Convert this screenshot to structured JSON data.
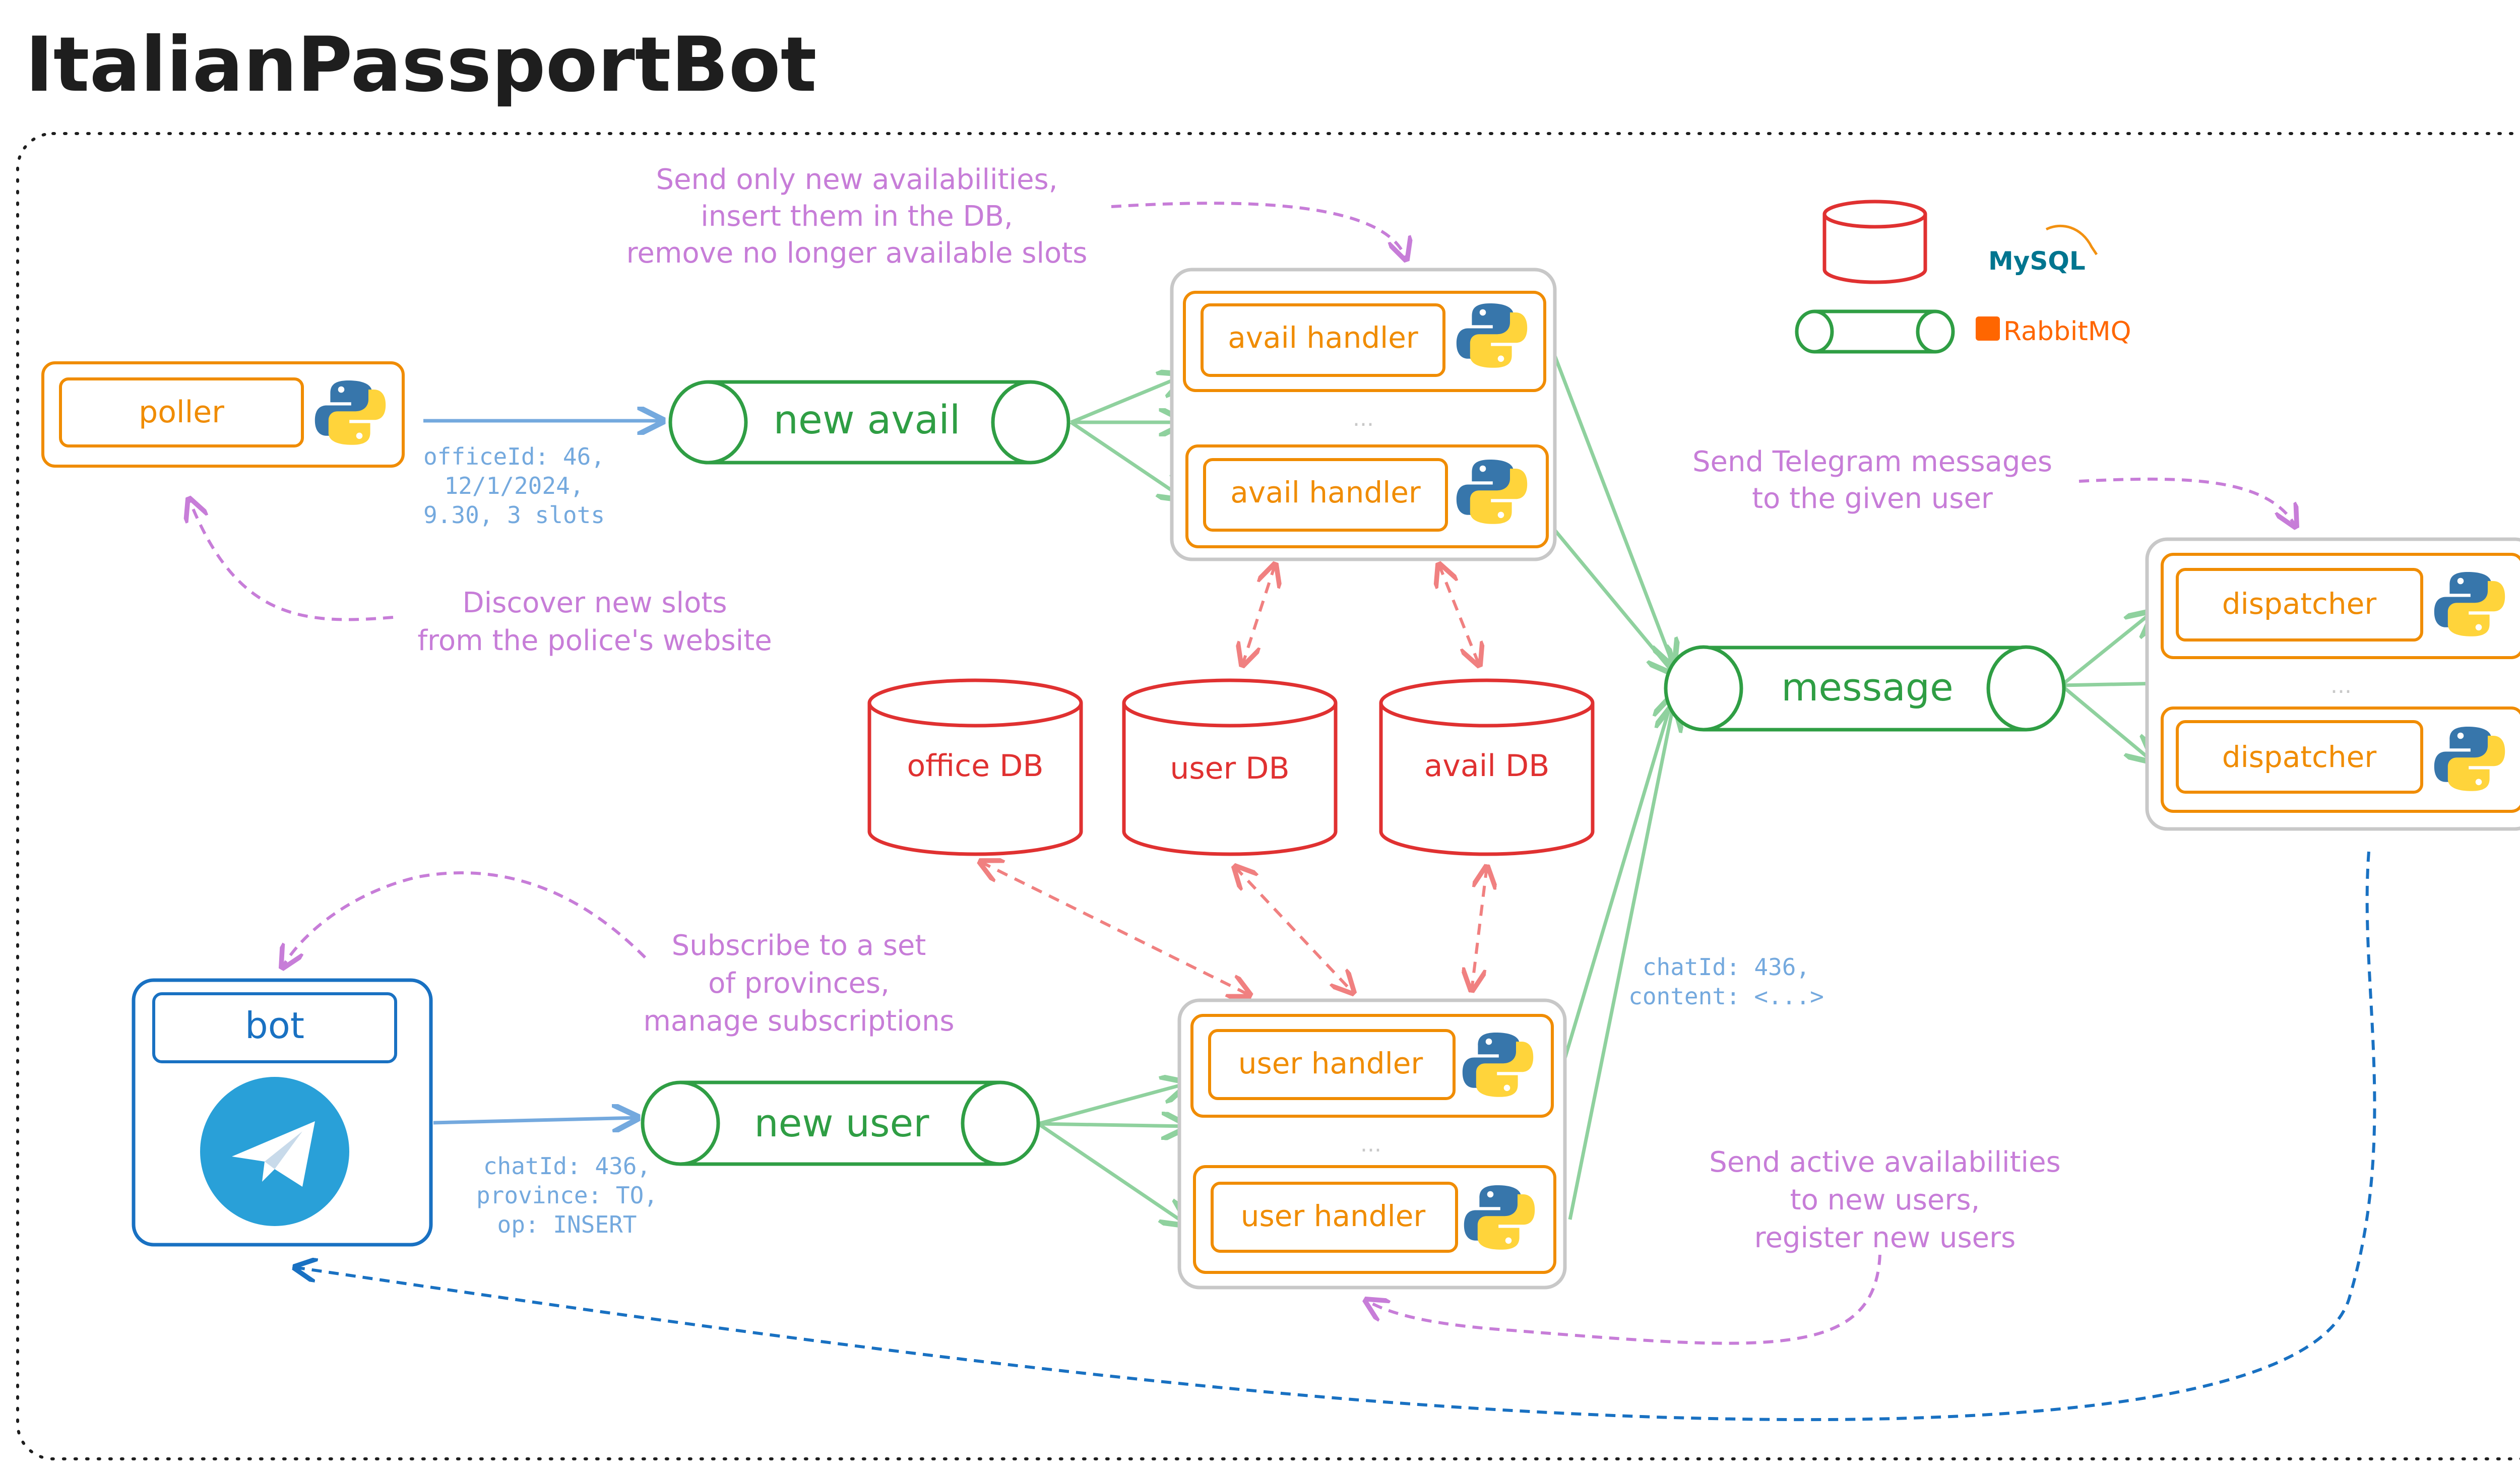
{
  "title": "ItalianPassportBot",
  "colors": {
    "orange": "#f08c00",
    "green": "#2f9e44",
    "red": "#e03131",
    "blue": "#1971c2",
    "purple": "#c77dd8",
    "gray": "#c8c8c8",
    "light_blue": "#74a9de",
    "light_green": "#8fd19e",
    "light_red": "#f08080"
  },
  "nodes": {
    "poller": "poller",
    "bot": "bot",
    "avail_handler_1": "avail handler",
    "avail_handler_2": "avail handler",
    "avail_ellipsis": "...",
    "dispatcher_1": "dispatcher",
    "dispatcher_2": "dispatcher",
    "dispatcher_ellipsis": "...",
    "user_handler_1": "user handler",
    "user_handler_2": "user handler",
    "user_ellipsis": "..."
  },
  "queues": {
    "new_avail": "new avail",
    "message": "message",
    "new_user": "new user"
  },
  "databases": {
    "office": "office DB",
    "user": "user DB",
    "avail": "avail DB"
  },
  "legend": {
    "mysql": "MySQL",
    "rabbitmq": "RabbitMQ"
  },
  "notes": {
    "avail_handler": [
      "Send only new availabilities,",
      "insert them in the DB,",
      "remove no longer available slots"
    ],
    "poller": [
      "Discover new slots",
      "from the police's website"
    ],
    "dispatcher": [
      "Send Telegram messages",
      "to the given user"
    ],
    "bot": [
      "Subscribe to a set",
      "of provinces,",
      "manage subscriptions"
    ],
    "user_handler": [
      "Send active availabilities",
      "to new users,",
      "register new users"
    ]
  },
  "payloads": {
    "avail": [
      "officeId: 46,",
      "12/1/2024,",
      "9.30, 3 slots"
    ],
    "user": [
      "chatId: 436,",
      "province: TO,",
      "op: INSERT"
    ],
    "message": [
      "chatId: 436,",
      "content: <...>"
    ]
  }
}
